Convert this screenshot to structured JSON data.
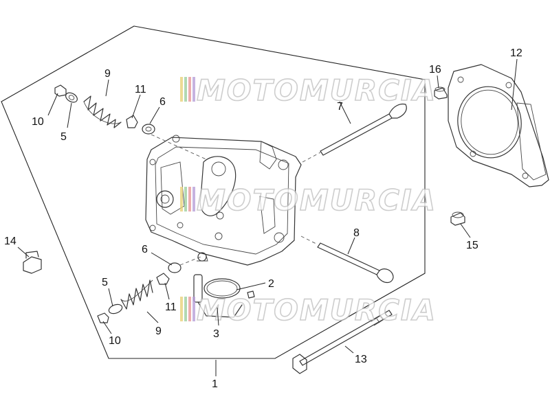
{
  "callouts": {
    "c1": "1",
    "c2": "2",
    "c3": "3",
    "c5a": "5",
    "c5b": "5",
    "c6a": "6",
    "c6b": "6",
    "c7": "7",
    "c8": "8",
    "c9a": "9",
    "c9b": "9",
    "c10a": "10",
    "c10b": "10",
    "c11a": "11",
    "c11b": "11",
    "c12": "12",
    "c13": "13",
    "c14": "14",
    "c15": "15",
    "c16": "16"
  },
  "watermark": {
    "text": "MOTOMURCIA",
    "colors": [
      "#e8d27a",
      "#9fd0a0",
      "#e89a9a",
      "#b8a0d8"
    ]
  }
}
